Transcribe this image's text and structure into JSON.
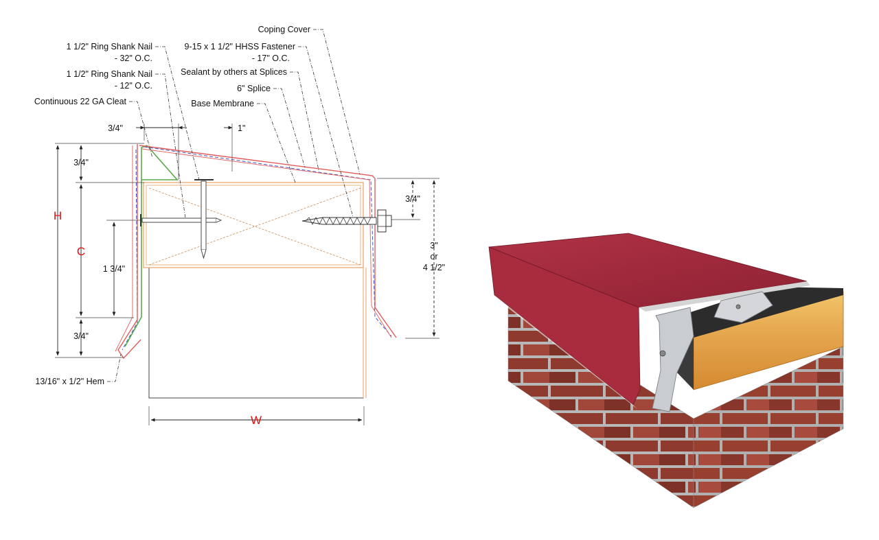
{
  "callouts": {
    "coping_cover": "Coping Cover",
    "hhss_fastener_1": "9-15 x 1 1/2\" HHSS Fastener",
    "hhss_fastener_2": "- 17\" O.C.",
    "nail32_1": "1 1/2\" Ring Shank Nail",
    "nail32_2": "- 32\" O.C.",
    "sealant": "Sealant by others at Splices",
    "nail12_1": "1 1/2\" Ring Shank Nail",
    "nail12_2": "- 12\" O.C.",
    "splice": "6\" Splice",
    "cleat": "Continuous 22 GA Cleat",
    "base_membrane": "Base Membrane",
    "hem": "13/16\" x 1/2\" Hem"
  },
  "dimensions": {
    "top_left": "3/4\"",
    "top_right": "1\"",
    "left_top": "3/4\"",
    "left_bottom": "3/4\"",
    "inner_height": "1 3/4\"",
    "right_small": "3/4\"",
    "right_big_1": "3\"",
    "right_big_2": "or",
    "right_big_3": "4 1/2\"",
    "H": "H",
    "C": "C",
    "W": "W"
  },
  "colors": {
    "accent_red": "#e01010",
    "coping": "#9b2335",
    "cleat": "#5aa84a",
    "membrane_blue": "#3d54c8",
    "wood": "#e8a060",
    "brick": "#8e3a2e",
    "mortar": "#b9b9b9"
  }
}
